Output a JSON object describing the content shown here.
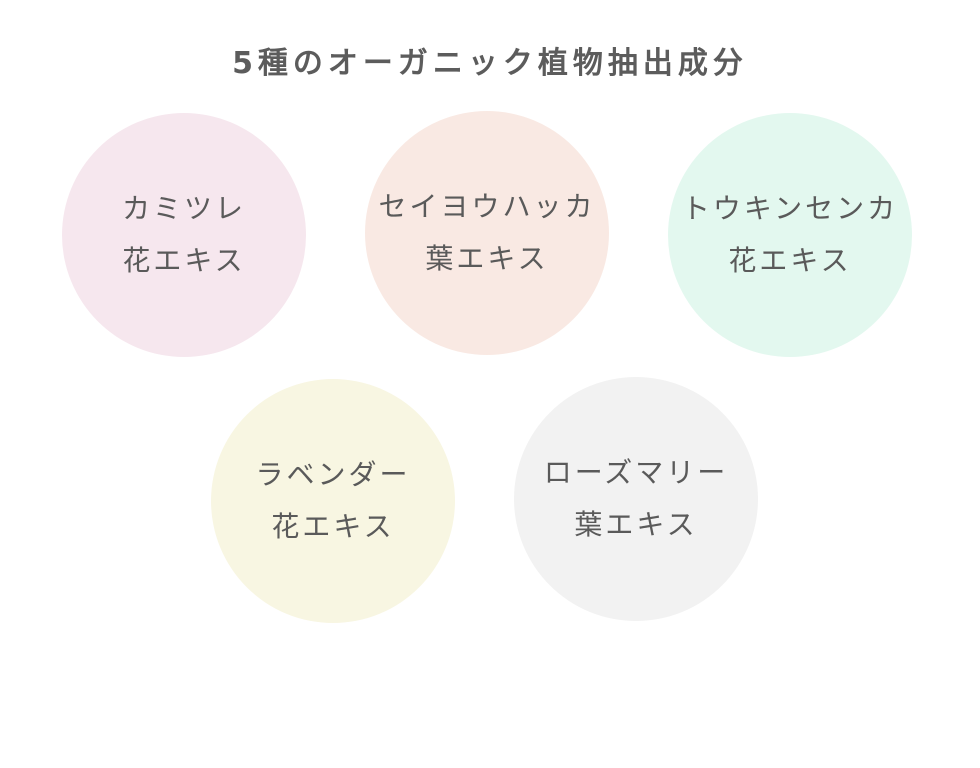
{
  "title": "5種のオーガニック植物抽出成分",
  "ingredients": [
    {
      "line1": "カミツレ",
      "line2": "花エキス",
      "color": "#f6e7ee"
    },
    {
      "line1": "セイヨウハッカ",
      "line2": "葉エキス",
      "color": "#f9e9e3"
    },
    {
      "line1": "トウキンセンカ",
      "line2": "花エキス",
      "color": "#e3f8ef"
    },
    {
      "line1": "ラベンダー",
      "line2": "花エキス",
      "color": "#f8f6e2"
    },
    {
      "line1": "ローズマリー",
      "line2": "葉エキス",
      "color": "#f2f2f2"
    }
  ]
}
